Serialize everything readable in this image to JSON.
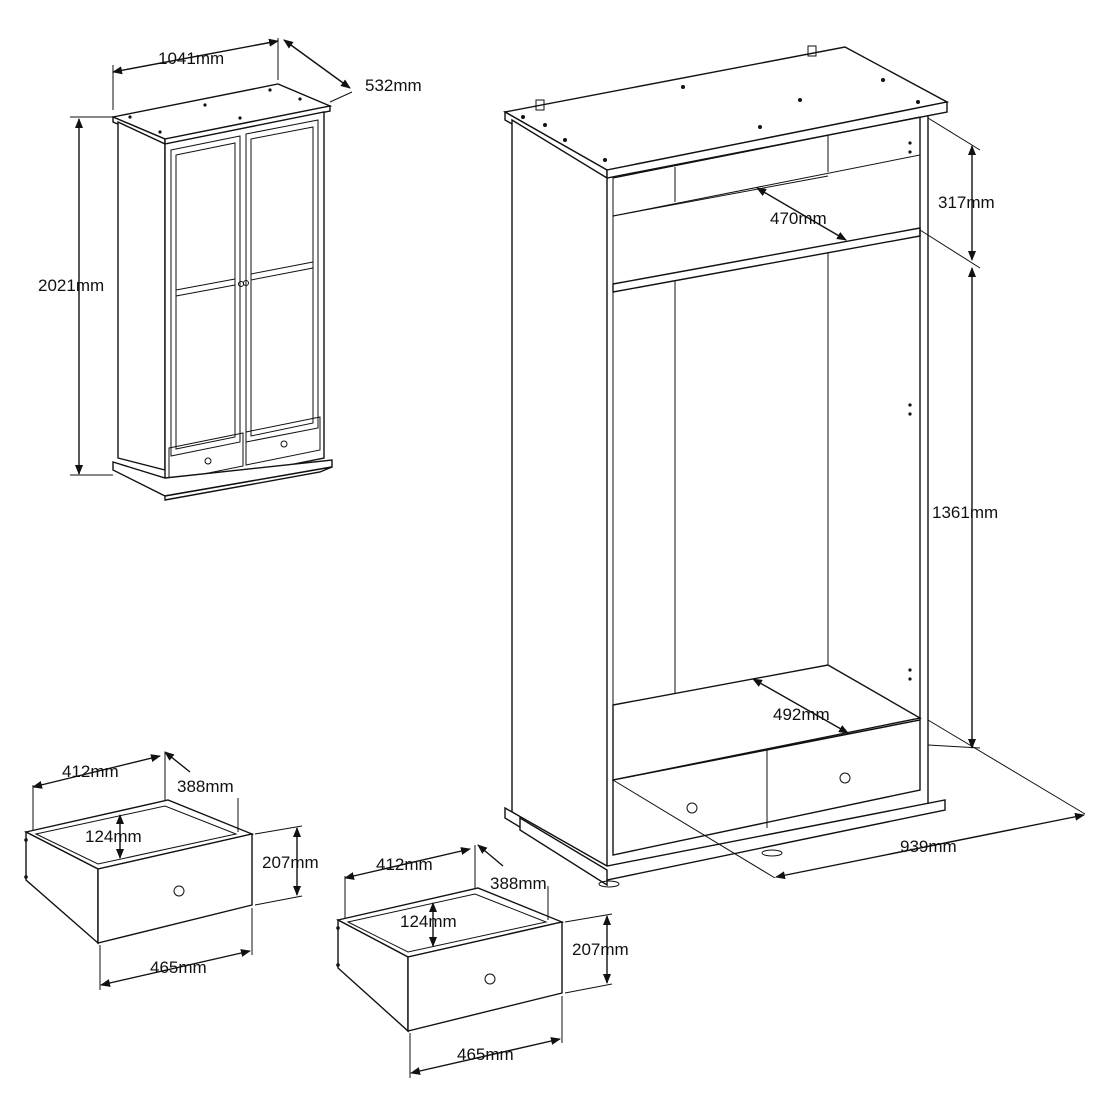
{
  "small_wardrobe": {
    "width": "1041mm",
    "depth": "532mm",
    "height": "2021mm"
  },
  "large_wardrobe": {
    "top_compartment_height": "317mm",
    "shelf_depth": "470mm",
    "hanging_height": "1361mm",
    "bottom_depth": "492mm",
    "inner_width": "939mm"
  },
  "drawer_left": {
    "width": "412mm",
    "depth": "388mm",
    "inner_height": "124mm",
    "height": "207mm",
    "front_width": "465mm"
  },
  "drawer_right": {
    "width": "412mm",
    "depth": "388mm",
    "inner_height": "124mm",
    "height": "207mm",
    "front_width": "465mm"
  }
}
